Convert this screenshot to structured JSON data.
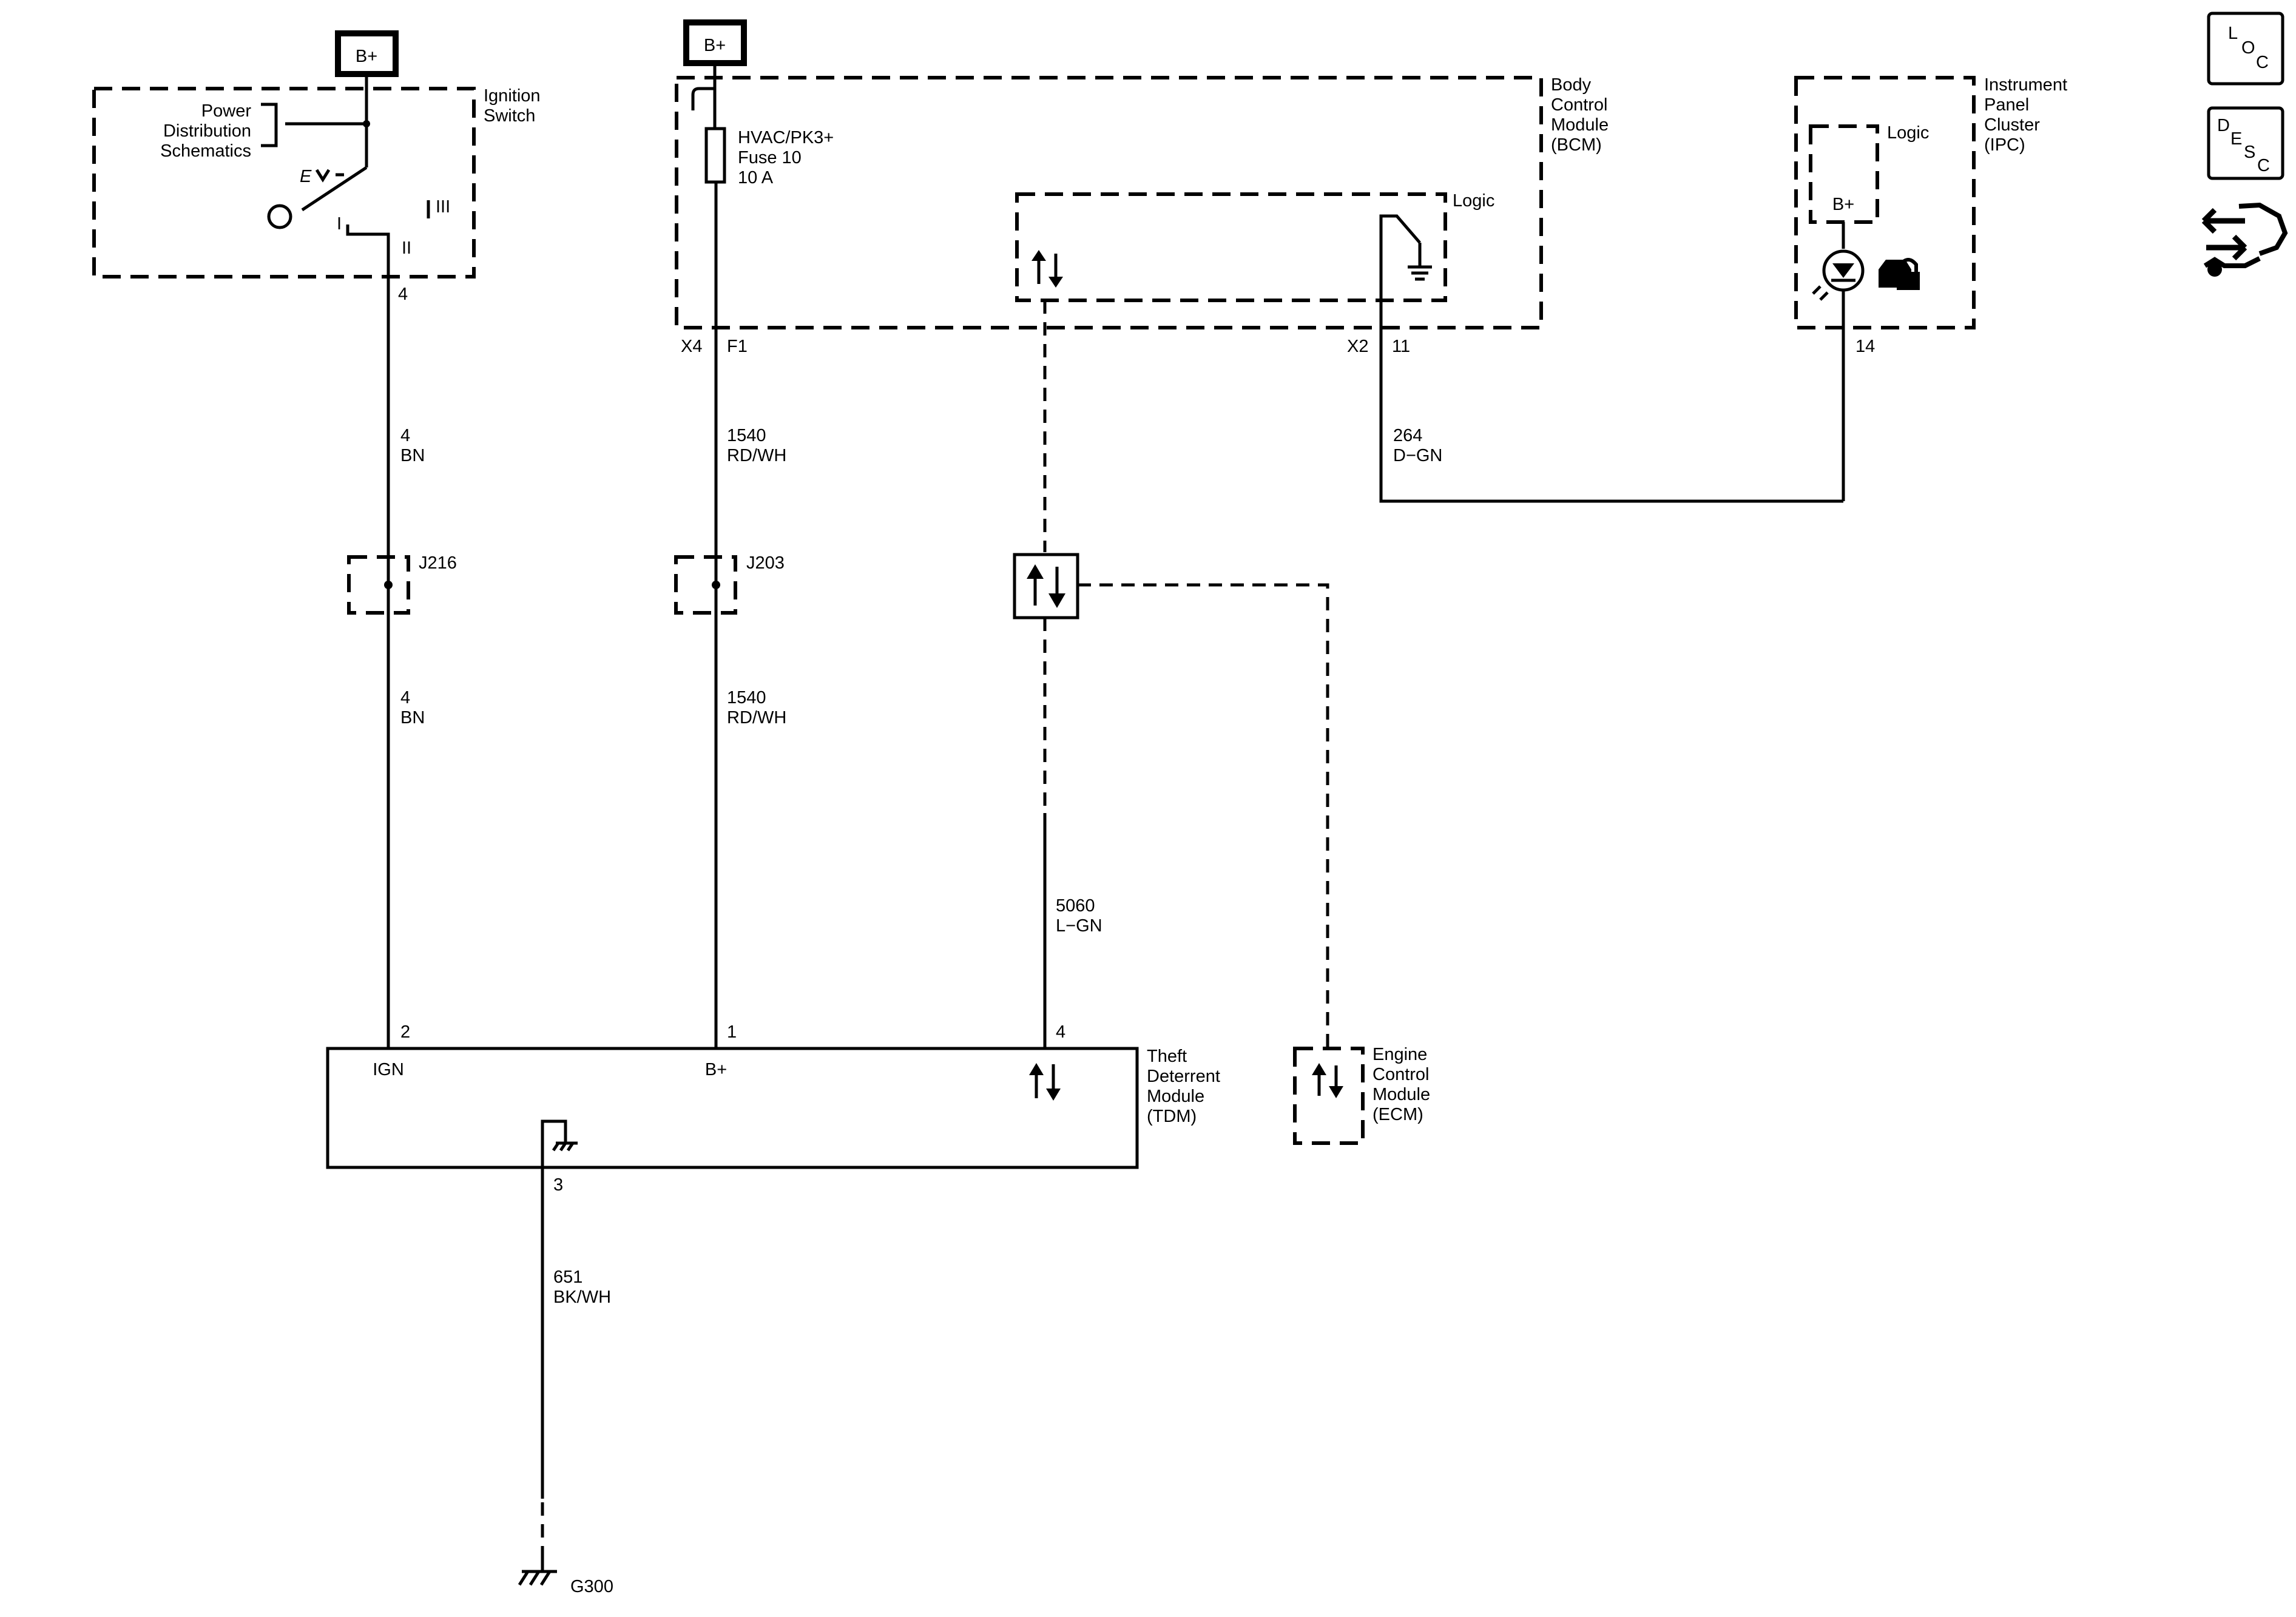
{
  "power": {
    "bplus_1": "B+",
    "bplus_2": "B+"
  },
  "ignition_switch": {
    "name_line1": "Ignition",
    "name_line2": "Switch",
    "pds_line1": "Power",
    "pds_line2": "Distribution",
    "pds_line3": "Schematics",
    "pos_I": "I",
    "pos_II": "II",
    "pos_III": "III",
    "pin": "4"
  },
  "bcm": {
    "name_line1": "Body",
    "name_line2": "Control",
    "name_line3": "Module",
    "name_line4": "(BCM)",
    "fuse_line1": "HVAC/PK3+",
    "fuse_line2": "Fuse 10",
    "fuse_line3": "10 A",
    "logic": "Logic",
    "conn_x4": "X4",
    "pin_f1": "F1",
    "conn_x2": "X2",
    "pin_11": "11"
  },
  "ipc": {
    "name_line1": "Instrument",
    "name_line2": "Panel",
    "name_line3": "Cluster",
    "name_line4": "(IPC)",
    "logic": "Logic",
    "bplus": "B+",
    "pin": "14"
  },
  "wires": {
    "w4_a_num": "4",
    "w4_a_color": "BN",
    "w4_b_num": "4",
    "w4_b_color": "BN",
    "w1540_a_num": "1540",
    "w1540_a_color": "RD/WH",
    "w1540_b_num": "1540",
    "w1540_b_color": "RD/WH",
    "w264_num": "264",
    "w264_color": "D−GN",
    "w5060_num": "5060",
    "w5060_color": "L−GN",
    "w651_num": "651",
    "w651_color": "BK/WH"
  },
  "splices": {
    "j216": "J216",
    "j203": "J203"
  },
  "tdm": {
    "name_line1": "Theft",
    "name_line2": "Deterrent",
    "name_line3": "Module",
    "name_line4": "(TDM)",
    "pin2": "2",
    "pin1": "1",
    "pin4": "4",
    "pin3": "3",
    "ign": "IGN",
    "bplus": "B+"
  },
  "ecm": {
    "name_line1": "Engine",
    "name_line2": "Control",
    "name_line3": "Module",
    "name_line4": "(ECM)"
  },
  "ground": {
    "name": "G300"
  },
  "side_icons": {
    "loc": {
      "l": "L",
      "o": "O",
      "c": "C"
    },
    "desc": {
      "d": "D",
      "e": "E",
      "s": "S",
      "c": "C"
    },
    "third_icon": "connector-wrench-icon"
  }
}
